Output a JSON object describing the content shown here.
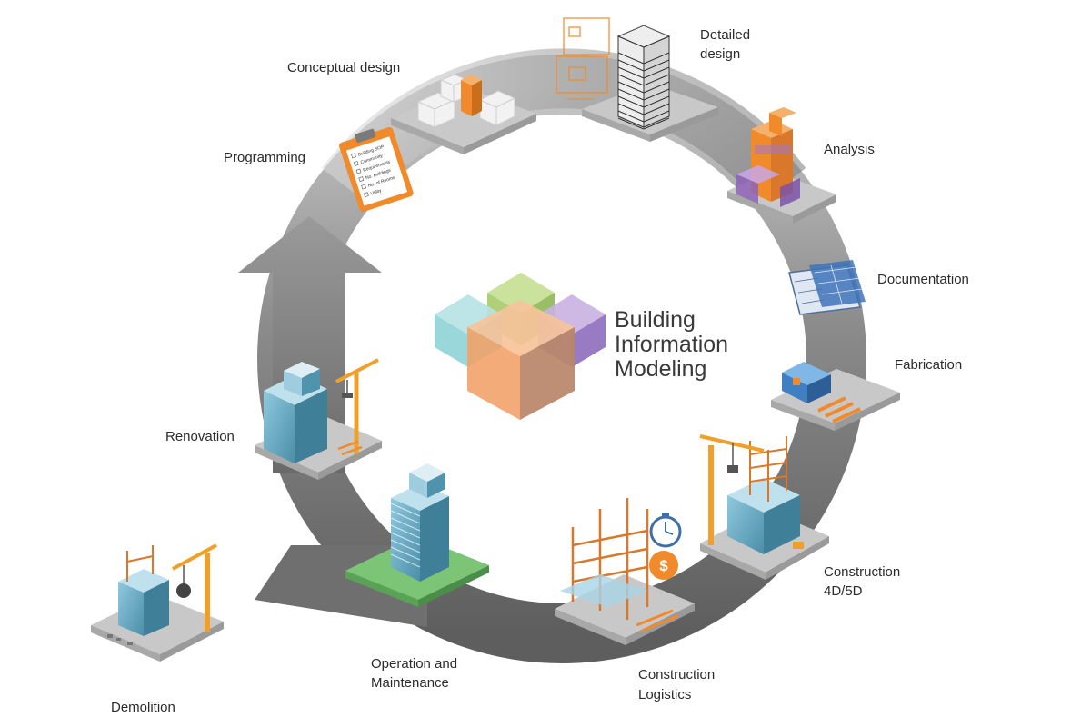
{
  "title": {
    "line1": "Building",
    "line2": "Information",
    "line3": "Modeling"
  },
  "stages": {
    "programming": "Programming",
    "conceptual_design": "Conceptual design",
    "detailed_design_1": "Detailed",
    "detailed_design_2": "design",
    "analysis": "Analysis",
    "documentation": "Documentation",
    "fabrication": "Fabrication",
    "construction_4d5d_1": "Construction",
    "construction_4d5d_2": "4D/5D",
    "construction_logistics_1": "Construction",
    "construction_logistics_2": "Logistics",
    "operation_maintenance_1": "Operation and",
    "operation_maintenance_2": "Maintenance",
    "renovation": "Renovation",
    "demolition": "Demolition"
  },
  "clipboard_text": [
    "Building SOP",
    "Community",
    "Requirements",
    "No. buildings",
    "No. of Rooms",
    "Utility"
  ],
  "colors": {
    "ring": "#6e6e6e",
    "ring_light": "#bdbdbd",
    "orange": "#f08a2a",
    "steel_blue": "#5fa8c4",
    "purple": "#8e63b8",
    "green": "#5cb85c",
    "cube_cyan": "#8fd3d6",
    "cube_green": "#b5d77d",
    "cube_purple": "#a98bd0",
    "cube_orange": "#f2a66e"
  },
  "icons": [
    "clipboard-icon",
    "stopwatch-icon",
    "dollar-coin-icon",
    "crane-icon",
    "wrecking-ball-icon"
  ]
}
